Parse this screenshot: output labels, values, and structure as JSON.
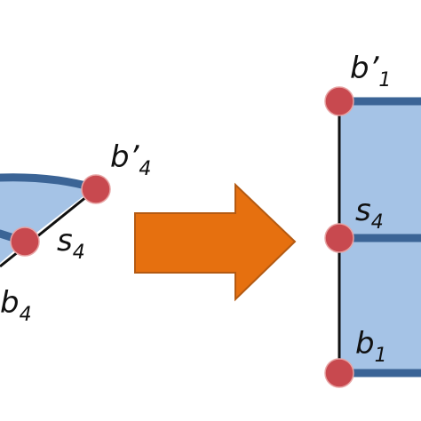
{
  "colors": {
    "fill": "#a5c3e6",
    "edge": "#3b6496",
    "outline": "#111111",
    "node": "#c8494f",
    "node_stroke": "#e7a3a3",
    "arrow": "#e6700f",
    "arrow_stroke": "#b45a12"
  },
  "labels": {
    "left_b4p": {
      "base": "b’",
      "sub": "4"
    },
    "left_s4": {
      "base": "s",
      "sub": "4"
    },
    "left_b4": {
      "base": "b",
      "sub": "4"
    },
    "right_b1p": {
      "base": "b’",
      "sub": "1"
    },
    "right_s4": {
      "base": "s",
      "sub": "4"
    },
    "right_b1": {
      "base": "b",
      "sub": "1"
    }
  }
}
